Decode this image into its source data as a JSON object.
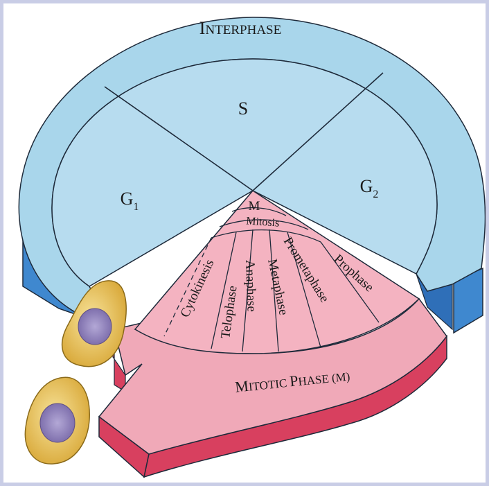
{
  "interphase": {
    "title_cap": "I",
    "title_rest": "NTERPHASE",
    "s_label": "S",
    "g1_main": "G",
    "g1_sub": "1",
    "g2_main": "G",
    "g2_sub": "2"
  },
  "mitotic": {
    "m_label": "M",
    "mitosis_label": "Mitosis",
    "phases": [
      "Cytokinesis",
      "Telophase",
      "Anaphase",
      "Metaphase",
      "Prometaphase",
      "Prophase"
    ],
    "arrow_label": {
      "cap1": "M",
      "rest1": "ITOTIC ",
      "cap2": "P",
      "rest2": "HASE (M)"
    }
  },
  "colors": {
    "interphase_fill": "#a9d6eb",
    "interphase_side": "#3f88cf",
    "mitotic_fill": "#f0a9b8",
    "mitotic_side": "#d8405f",
    "cell_outer": "#edc75a",
    "cell_nucleus": "#9c8fc0",
    "outline": "#1e2a3a"
  }
}
